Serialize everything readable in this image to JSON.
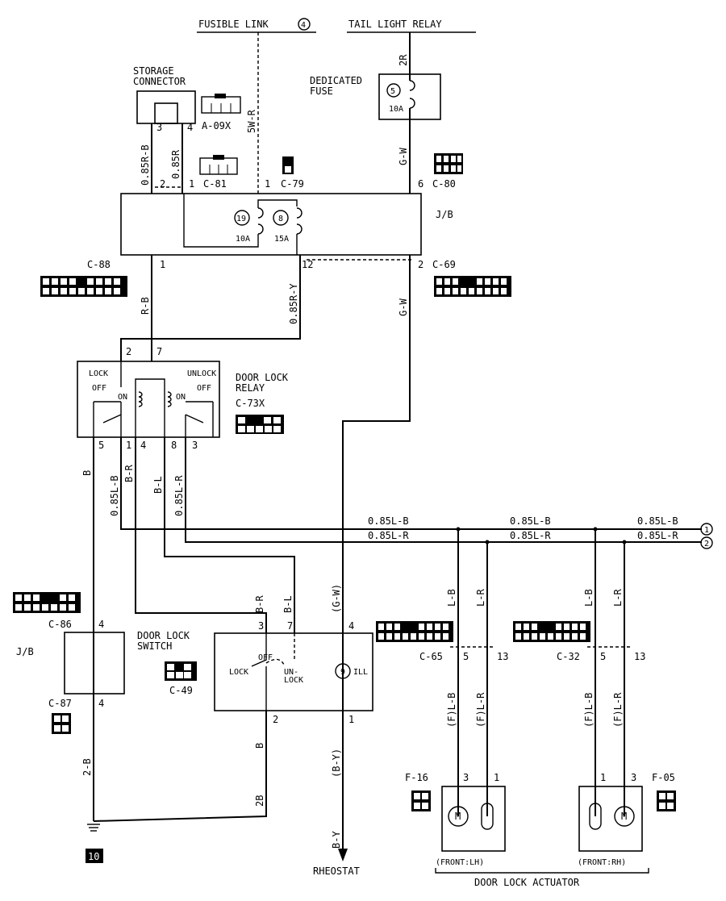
{
  "sources": {
    "fusible_link": "FUSIBLE LINK",
    "fusible_link_num": "4",
    "tail_light_relay": "TAIL LIGHT RELAY"
  },
  "storage_connector": {
    "title_line1": "STORAGE",
    "title_line2": "CONNECTOR",
    "connector": "A-09X",
    "pin_left": "3",
    "pin_right": "4"
  },
  "dedicated_fuse": {
    "title_line1": "DEDICATED",
    "title_line2": "FUSE",
    "number": "5",
    "rating": "10A"
  },
  "junction_block_top": {
    "label": "J/B",
    "connectors": {
      "c81": "C-81",
      "c79": "C-79",
      "c80": "C-80",
      "c88": "C-88",
      "c69": "C-69"
    },
    "fuse_a_num": "19",
    "fuse_a_rating": "10A",
    "fuse_b_num": "8",
    "fuse_b_rating": "15A",
    "pins": {
      "p2": "2",
      "p1a": "1",
      "p1b": "1",
      "p6": "6",
      "p1c": "1",
      "p12": "12",
      "p2b": "2"
    }
  },
  "door_lock_relay": {
    "title_line1": "DOOR LOCK",
    "title_line2": "RELAY",
    "connector": "C-73X",
    "lock": "LOCK",
    "unlock": "UNLOCK",
    "off_left": "OFF",
    "on_left": "ON",
    "on_right": "ON",
    "off_right": "OFF",
    "pins_top": [
      "2",
      "7"
    ],
    "pins_bottom": [
      "5",
      "1",
      "4",
      "8",
      "3"
    ]
  },
  "junction_block_bottom": {
    "label": "J/B",
    "c86": "C-86",
    "c87": "C-87",
    "pin_top": "4",
    "pin_bottom": "4"
  },
  "door_lock_switch": {
    "title_line1": "DOOR LOCK",
    "title_line2": "SWITCH",
    "connector": "C-49",
    "lock": "LOCK",
    "off": "OFF",
    "unlock_line1": "UN-",
    "unlock_line2": "LOCK",
    "ill": "ILL",
    "bulb": "9",
    "pins": {
      "p3": "3",
      "p7": "7",
      "p4": "4",
      "p2": "2",
      "p1": "1"
    }
  },
  "actuators": {
    "title": "DOOR LOCK ACTUATOR",
    "lh_label": "(FRONT:LH)",
    "rh_label": "(FRONT:RH)",
    "f16": "F-16",
    "f05": "F-05",
    "c65": "C-65",
    "c32": "C-32",
    "lh_pins": [
      "3",
      "1"
    ],
    "rh_pins": [
      "1",
      "3"
    ],
    "c65_pins": [
      "5",
      "13"
    ],
    "c32_pins": [
      "5",
      "13"
    ],
    "motor": "M"
  },
  "bus": {
    "lb": "0.85L-B",
    "lr": "0.85L-R",
    "marker_1": "1",
    "marker_2": "2"
  },
  "wires": {
    "r_b_085": "0.85R-B",
    "r_085": "0.85R",
    "sw_r_5": "5W-R",
    "r_2": "2R",
    "g_w": "G-W",
    "r_b": "R-B",
    "r_y_085": "0.85R-Y",
    "b": "B",
    "l_b_085": "0.85L-B",
    "b_r": "B-R",
    "b_l": "B-L",
    "l_r_085": "0.85L-R",
    "g_w_paren": "(G-W)",
    "l_b": "L-B",
    "l_r": "L-R",
    "f_l_b": "(F)L-B",
    "f_l_r": "(F)L-R",
    "b_2": "2-B",
    "b_y_paren": "(B-Y)",
    "b_y": "B-Y",
    "b_2b": "2B"
  },
  "ground": "10",
  "rheostat": "RHEOSTAT"
}
